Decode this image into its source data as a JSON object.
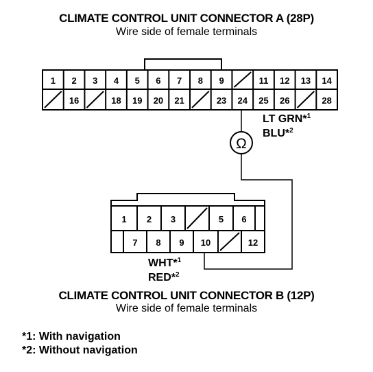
{
  "connector_a": {
    "title": "CLIMATE CONTROL UNIT CONNECTOR A (28P)",
    "subtitle": "Wire side of female terminals",
    "top_row": [
      "1",
      "2",
      "3",
      "4",
      "5",
      "6",
      "7",
      "8",
      "9",
      "",
      "11",
      "12",
      "13",
      "14"
    ],
    "bottom_row": [
      "",
      "16",
      "",
      "18",
      "19",
      "20",
      "21",
      "",
      "23",
      "24",
      "25",
      "26",
      "",
      "28"
    ],
    "wire_label_1": "LT GRN*",
    "wire_label_1_sup": "1",
    "wire_label_2": "BLU*",
    "wire_label_2_sup": "2"
  },
  "meter": {
    "symbol": "Ω"
  },
  "connector_b": {
    "title": "CLIMATE CONTROL UNIT CONNECTOR B (12P)",
    "subtitle": "Wire side of female terminals",
    "top_row": [
      "1",
      "2",
      "3",
      "",
      "5",
      "6"
    ],
    "bottom_row": [
      "",
      "7",
      "8",
      "9",
      "10",
      "",
      "12"
    ],
    "wire_label_1": "WHT*",
    "wire_label_1_sup": "1",
    "wire_label_2": "RED*",
    "wire_label_2_sup": "2"
  },
  "footnotes": [
    "*1: With navigation",
    "*2: Without navigation"
  ]
}
